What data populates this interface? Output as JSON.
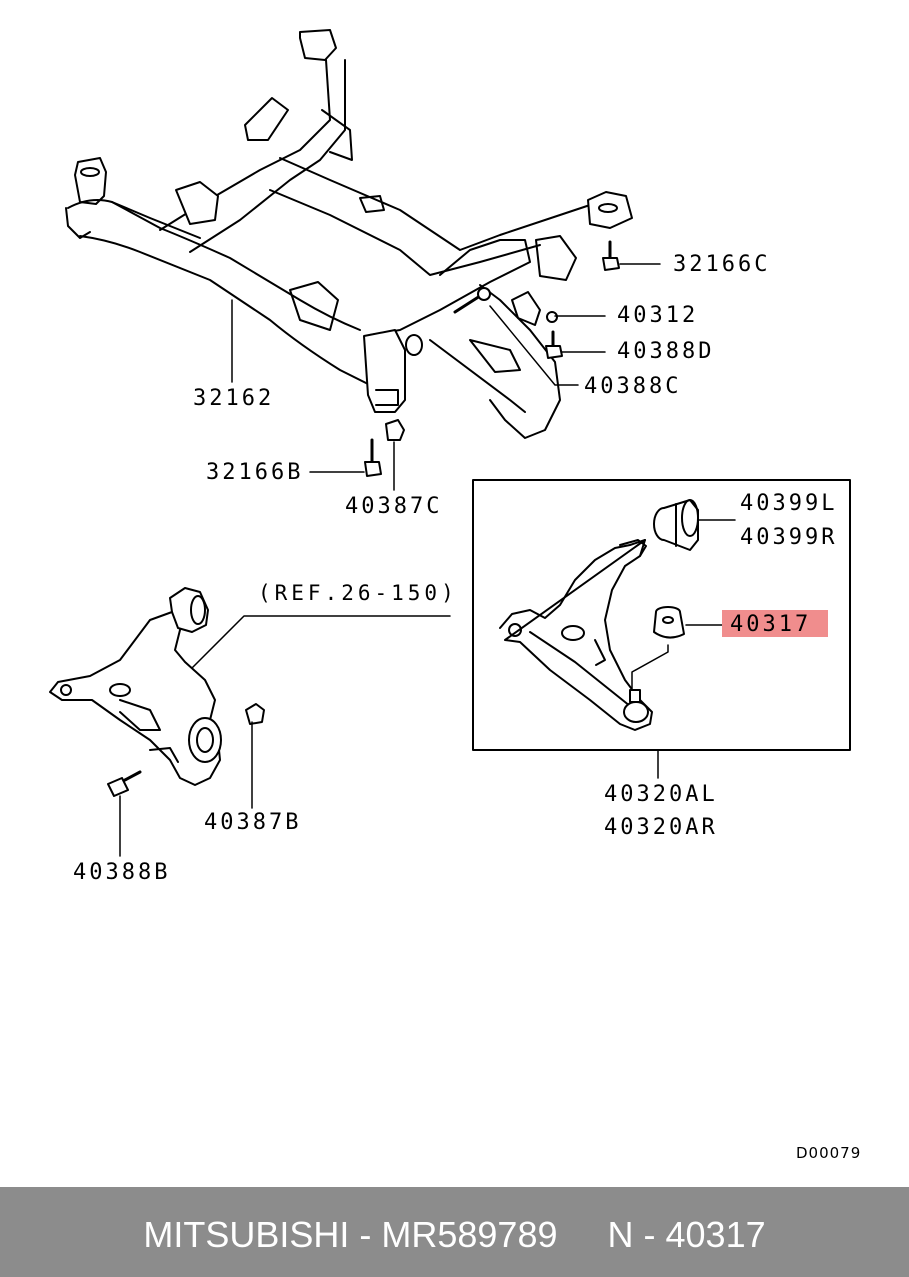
{
  "labels": {
    "p32166C": "32166C",
    "p40312": "40312",
    "p40388D": "40388D",
    "p40388C": "40388C",
    "p32162": "32162",
    "p32166B": "32166B",
    "p40387C": "40387C",
    "ref": "(REF.26-150)",
    "p40399L": "40399L",
    "p40399R": "40399R",
    "p40317": "40317",
    "p40387B": "40387B",
    "p40388B": "40388B",
    "p40320AL": "40320AL",
    "p40320AR": "40320AR",
    "diagram_code": "D00079"
  },
  "highlight_color": "#f08d8d",
  "footer": {
    "text": "MITSUBISHI - MR589789     N - 40317",
    "background": "#8c8c8c"
  }
}
